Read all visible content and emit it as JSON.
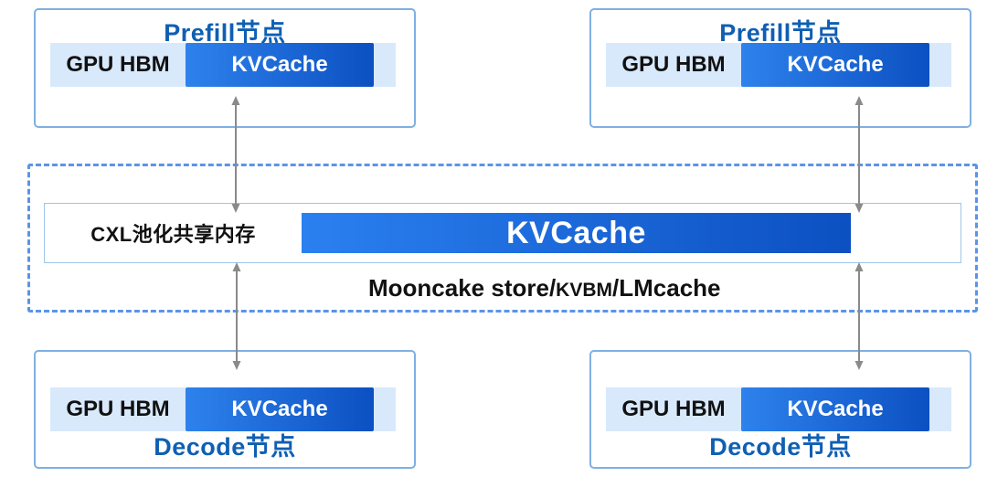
{
  "nodes": {
    "prefill_left": {
      "title": "Prefill节点",
      "memory": "GPU HBM",
      "cache": "KVCache"
    },
    "prefill_right": {
      "title": "Prefill节点",
      "memory": "GPU HBM",
      "cache": "KVCache"
    },
    "decode_left": {
      "title": "Decode节点",
      "memory": "GPU HBM",
      "cache": "KVCache"
    },
    "decode_right": {
      "title": "Decode节点",
      "memory": "GPU HBM",
      "cache": "KVCache"
    }
  },
  "pool": {
    "memory_label": "CXL池化共享内存",
    "cache_label": "KVCache",
    "subtitle": {
      "prefix": "Mooncake store/",
      "kvbm": "KVBM",
      "suffix": "/LMcache"
    }
  },
  "colors": {
    "title_blue": "#0f5fb3",
    "node_border": "#7fb0e2",
    "strip_bg": "#d8e9fb",
    "bar_start": "#2e82ec",
    "bar_end": "#0c50c2",
    "pool_bar_start": "#2b80f0",
    "dashed_border": "#5b94e8",
    "pool_border": "#9fc5ea",
    "arrow_gray": "#8a8a8a",
    "text_dark": "#111111",
    "cache_text": "#ffffff",
    "background": "#ffffff"
  }
}
